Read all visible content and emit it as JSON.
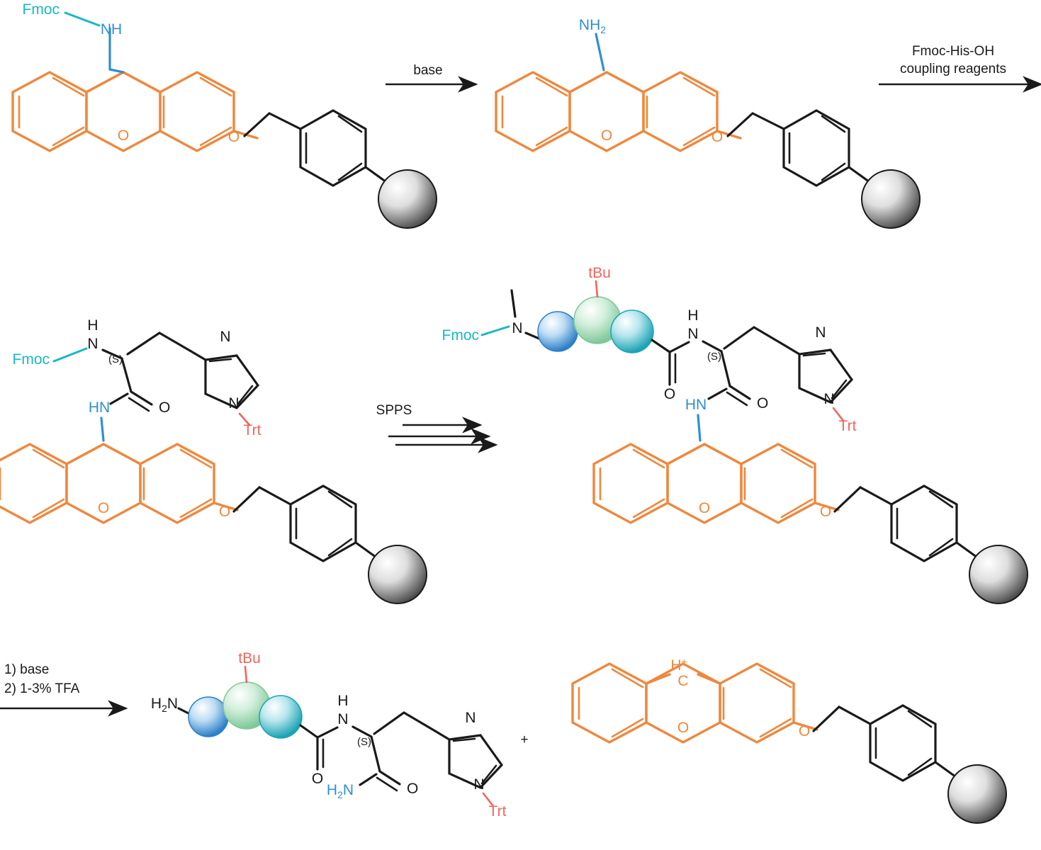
{
  "scheme": {
    "title_visible": false,
    "type": "solid-phase-peptide-synthesis-reaction-scheme",
    "colors": {
      "xanthene_orange": "#F0873C",
      "amine_blue": "#2E8FD4",
      "fmoc_cyan": "#18B8C4",
      "protect_red": "#F0655E",
      "bond_black": "#1A1A1A",
      "resin_gray_light": "#FFFFFF",
      "resin_gray_dark": "#3A3A3A",
      "sphere_blue": "#3A8FD6",
      "sphere_green": "#8FD4A8",
      "sphere_teal": "#29AEBE"
    }
  },
  "row1": {
    "structure_left": {
      "name": "Fmoc-protected xanthenyl amine on resin",
      "labels": {
        "fmoc": "Fmoc",
        "nh": "NH",
        "ether_o": "O",
        "ring_o": "O"
      }
    },
    "arrow": {
      "above": "base",
      "below": ""
    },
    "structure_right": {
      "name": "Free xanthenyl amine on resin",
      "labels": {
        "amine": "NH",
        "amine_sub": "2",
        "ether_o": "O",
        "ring_o": "O"
      }
    },
    "arrow_right": {
      "line1": "Fmoc-His-OH",
      "line2": "coupling reagents"
    }
  },
  "row2": {
    "structure_left": {
      "name": "Fmoc-His(Trt)-xanthenylamide on resin",
      "labels": {
        "fmoc": "Fmoc",
        "nh_h": "H",
        "nh_n": "N",
        "stereo": "(S)",
        "carbonyl_o": "O",
        "hn": "HN",
        "imid_n1": "N",
        "imid_n2": "N",
        "trt": "Trt",
        "ether_o": "O",
        "ring_o": "O"
      }
    },
    "arrow": {
      "above": "SPPS",
      "below": ""
    },
    "structure_right": {
      "name": "Fmoc-peptide-His(Trt)-xanthenylamide on resin",
      "labels": {
        "fmoc": "Fmoc",
        "n_backbone": "N",
        "tbu": "tBu",
        "nh_h": "H",
        "nh_n": "N",
        "stereo": "(S)",
        "carbonyl_o1": "O",
        "carbonyl_o2": "O",
        "hn": "HN",
        "imid_n1": "N",
        "imid_n2": "N",
        "trt": "Trt",
        "ether_o": "O",
        "ring_o": "O"
      }
    }
  },
  "row3": {
    "arrow": {
      "line1": "1) base",
      "line2": "2) 1-3% TFA"
    },
    "product_left": {
      "name": "Cleaved peptide amide H2N-peptide-His(Trt)-NH2",
      "labels": {
        "n_term": "H",
        "n_term_sub": "2",
        "n_term_n": "N",
        "tbu": "tBu",
        "nh_h": "H",
        "nh_n": "N",
        "stereo": "(S)",
        "carbonyl_o1": "O",
        "carbonyl_o2": "O",
        "c_term_h": "H",
        "c_term_sub": "2",
        "c_term_n": "N",
        "imid_n1": "N",
        "imid_n2": "N",
        "trt": "Trt"
      }
    },
    "plus": "+",
    "product_right": {
      "name": "Xanthylium cation on resin",
      "labels": {
        "h": "H",
        "charge": "+",
        "c": "C",
        "ether_o": "O",
        "ring_o": "O"
      }
    }
  }
}
